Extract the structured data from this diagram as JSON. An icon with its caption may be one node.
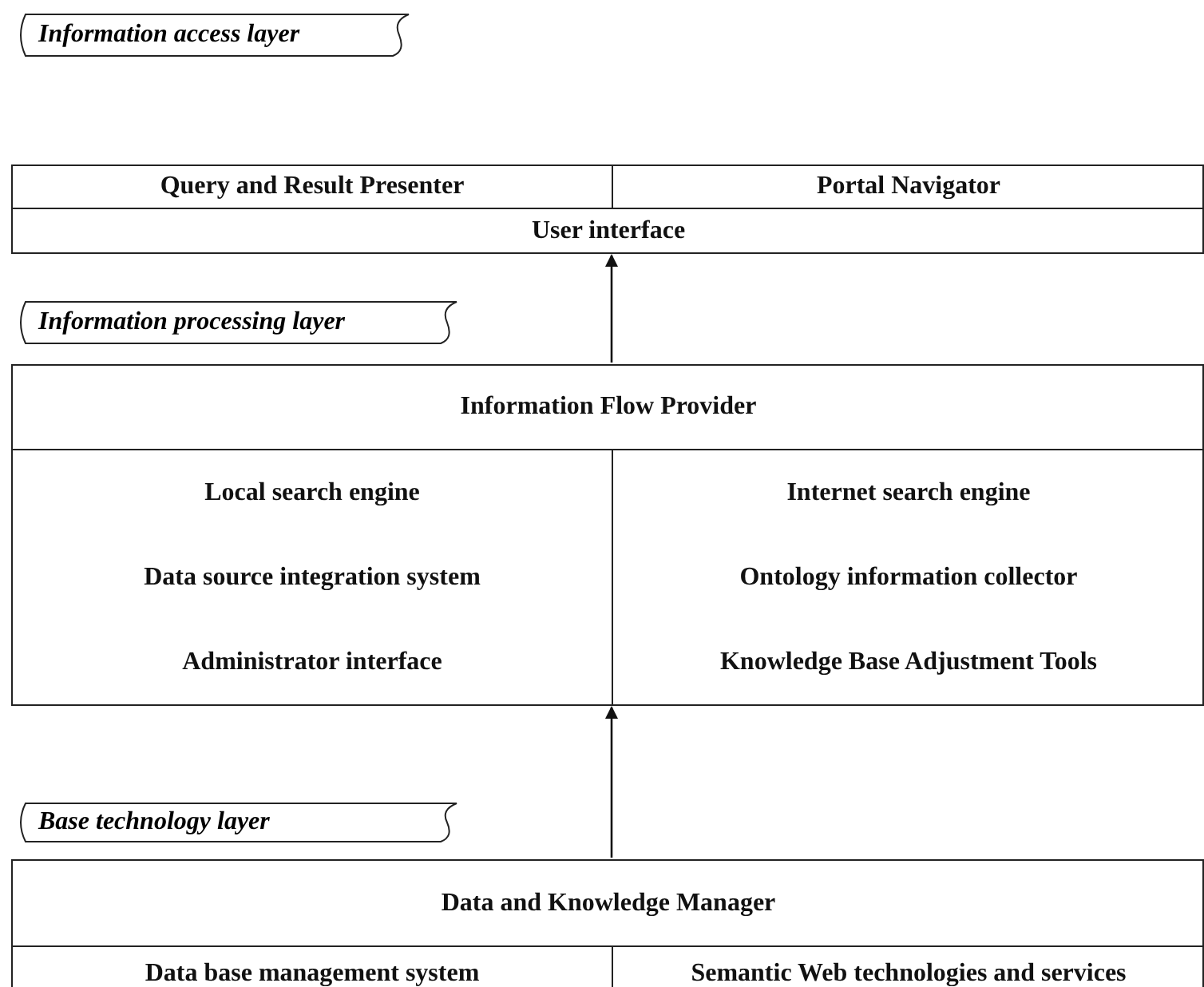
{
  "diagram": {
    "nodes": [
      {
        "text": [
          "Information access layer"
        ]
      },
      {
        "text": [],
        "shape": "box"
      },
      {
        "text": [
          "Query and Result Presenter"
        ],
        "in": 1
      },
      {
        "text": [
          "Portal Navigator"
        ],
        "in": 1
      },
      {
        "text": [
          "User interface"
        ],
        "in": 1
      },
      {
        "text": [
          "Information processing layer"
        ]
      },
      {
        "text": [],
        "shape": "box"
      },
      {
        "text": [
          "Information Flow Provider"
        ],
        "in": 6
      },
      {
        "text": [
          "Local search engine"
        ],
        "in": 6
      },
      {
        "text": [
          "Internet search engine"
        ],
        "in": 6
      },
      {
        "text": [
          "Data source integration system"
        ],
        "in": 6
      },
      {
        "text": [
          "Ontology information collector"
        ],
        "in": 6
      },
      {
        "text": [
          "Administrator interface"
        ],
        "in": 6
      },
      {
        "text": [
          "Knowledge Base Adjustment Tools"
        ],
        "in": 6
      },
      {
        "text": [
          "Base technology layer"
        ]
      },
      {
        "text": [],
        "shape": "box"
      },
      {
        "text": [
          "Data and Knowledge Manager"
        ],
        "in": 15
      },
      {
        "text": [
          "Data base management system"
        ],
        "in": 15
      },
      {
        "text": [
          "Semantic Web technologies and services"
        ],
        "in": 15
      }
    ],
    "edges": [
      {
        "from": 6,
        "to": 1,
        "arrow": "to"
      },
      {
        "from": 15,
        "to": 6,
        "arrow": "to"
      }
    ]
  }
}
